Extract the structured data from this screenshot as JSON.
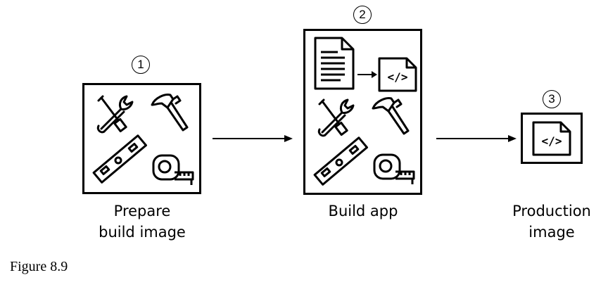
{
  "steps": [
    {
      "number": "1",
      "label_line1": "Prepare",
      "label_line2": "build image"
    },
    {
      "number": "2",
      "label_line1": "Build app",
      "label_line2": ""
    },
    {
      "number": "3",
      "label_line1": "Production",
      "label_line2": "image"
    }
  ],
  "caption": "Figure 8.9",
  "icons": {
    "code_glyph": "</>",
    "tools": [
      "wrench-screwdriver-icon",
      "hammer-icon",
      "spirit-level-icon",
      "tape-measure-icon"
    ],
    "document": "document-icon",
    "code_file": "code-file-icon"
  },
  "colors": {
    "stroke": "#000000",
    "background": "#ffffff"
  }
}
